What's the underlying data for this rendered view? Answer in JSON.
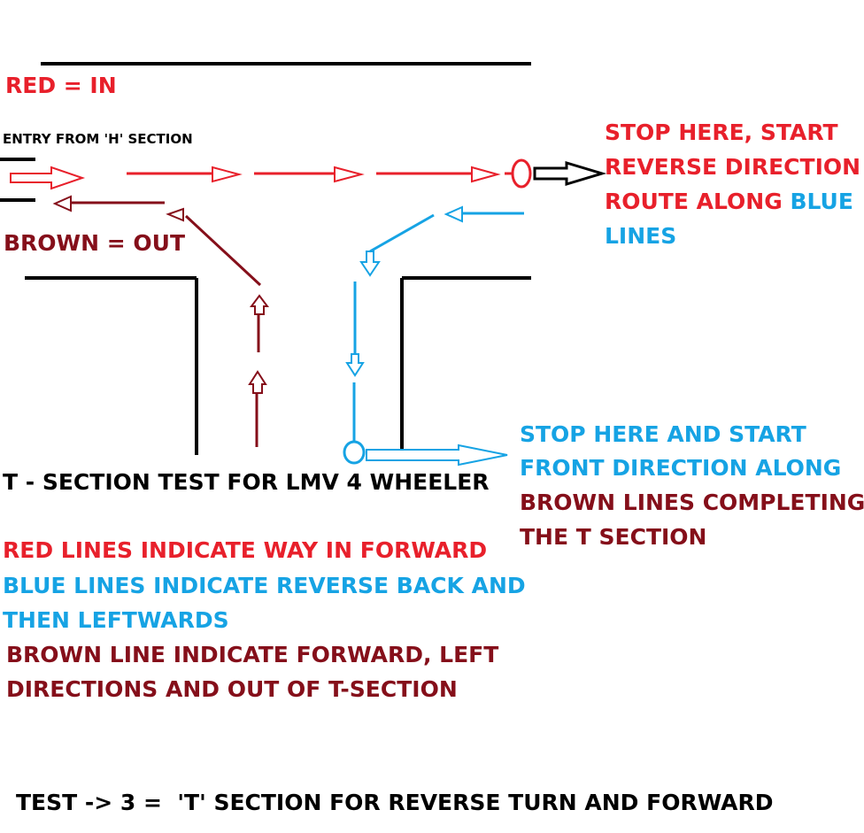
{
  "colors": {
    "red": "#e8202b",
    "blue": "#16a3e4",
    "brown": "#850f1a",
    "black": "#000000"
  },
  "legend": {
    "red": "RED = IN",
    "brown": "BROWN = OUT"
  },
  "entry": "ENTRY FROM 'H' SECTION",
  "stop_top": {
    "line1": "STOP HERE, START",
    "line2": "REVERSE DIRECTION",
    "line3_part1": "ROUTE ALONG",
    "line3_part2": "BLUE",
    "line4": "LINES"
  },
  "stop_bottom": {
    "line1": "STOP HERE AND START",
    "line2": "FRONT DIRECTION ALONG",
    "line3": "BROWN LINES COMPLETING",
    "line4": "THE T SECTION"
  },
  "title": "T - SECTION TEST FOR LMV 4 WHEELER",
  "notes": {
    "red": "RED LINES INDICATE WAY IN FORWARD",
    "blue_line1": "BLUE LINES INDICATE REVERSE BACK AND",
    "blue_line2": "THEN LEFTWARDS",
    "brown_line1": "BROWN LINE INDICATE FORWARD, LEFT",
    "brown_line2": "DIRECTIONS AND OUT OF T-SECTION"
  },
  "footer": "TEST -> 3 =  'T' SECTION FOR REVERSE TURN AND FORWARD"
}
